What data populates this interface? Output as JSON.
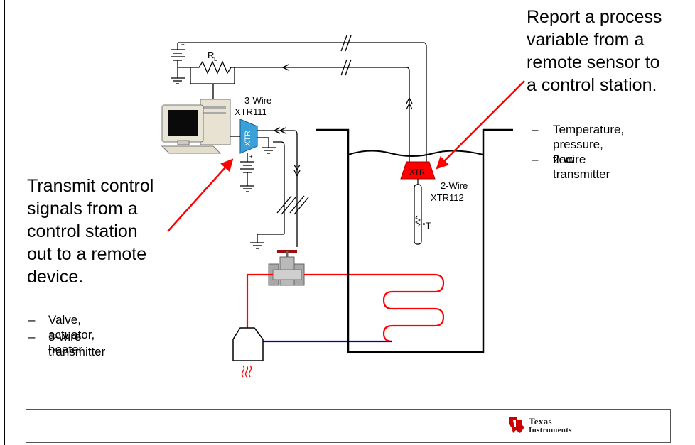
{
  "right_block": {
    "heading_lines": [
      "Report a process",
      "variable from a",
      "remote sensor to",
      "a control station."
    ],
    "bullets": [
      "Temperature,",
      "pressure, flow",
      "2-wire transmitter"
    ],
    "bullet_dash": "–"
  },
  "left_block": {
    "heading_lines": [
      "Transmit control",
      "signals from a",
      "control station",
      "out to a remote",
      "device."
    ],
    "bullets": [
      "Valve, actuator, heater",
      "3-wire transmitter"
    ],
    "bullet_dash": "–"
  },
  "labels": {
    "resistor": "R",
    "resistor_sub": "L",
    "xtr111_line1": "3-Wire",
    "xtr111_line2": "XTR111",
    "xtr111_chip": "XTR",
    "xtr112_line1": "2-Wire",
    "xtr112_line2": "XTR112",
    "xtr112_chip": "XTR",
    "sensor": "°T",
    "plus": "+"
  },
  "footer": {
    "brand_line1": "Texas",
    "brand_line2": "Instruments"
  },
  "colors": {
    "wire": "#000000",
    "arrow_red": "#ff0000",
    "chip_blue": "#3aa0d8",
    "chip_red": "#ff0000",
    "hot_pipe": "#ff0000",
    "cold_pipe": "#0000cc",
    "logo_red": "#cc0000"
  }
}
